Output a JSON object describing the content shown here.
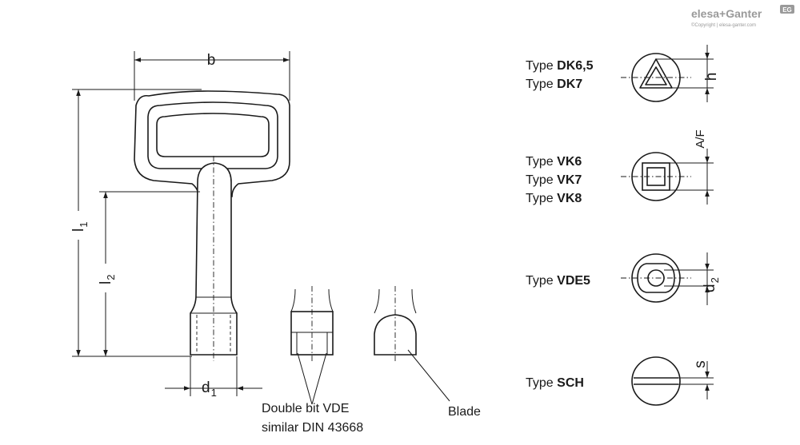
{
  "brand": {
    "name": "elesa+Ganter",
    "badge": "EG",
    "copyright": "©Copyright | elesa-ganter.com"
  },
  "dimensions": {
    "b": "b",
    "l1": "l",
    "l1_sub": "1",
    "l2": "l",
    "l2_sub": "2",
    "d1": "d",
    "d1_sub": "1",
    "h": "h",
    "af": "A/F",
    "d2": "d",
    "d2_sub": "2",
    "s": "s"
  },
  "callouts": {
    "double_bit_line1": "Double bit VDE",
    "double_bit_line2": "similar DIN 43668",
    "blade": "Blade"
  },
  "types": {
    "prefix": "Type ",
    "dk65": "DK6,5",
    "dk7": "DK7",
    "vk6": "VK6",
    "vk7": "VK7",
    "vk8": "VK8",
    "vde5": "VDE5",
    "sch": "SCH"
  }
}
